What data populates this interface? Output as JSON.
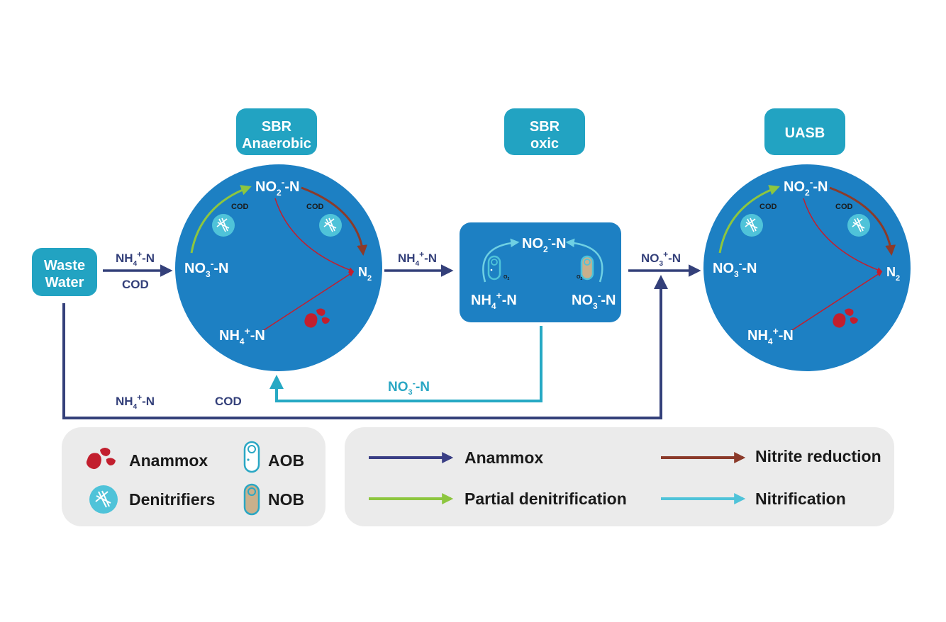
{
  "reactors": {
    "sbr_anaerobic": {
      "line1": "SBR",
      "line2": "Anaerobic"
    },
    "sbr_oxic": {
      "line1": "SBR",
      "line2": "oxic"
    },
    "uasb": {
      "label": "UASB"
    }
  },
  "source": {
    "line1": "Waste",
    "line2": "Water"
  },
  "species": {
    "no2_base": "NO",
    "no2_sub": "2",
    "no2_sup": "-",
    "no2_tail": "-N",
    "no3_base": "NO",
    "no3_sub": "3",
    "no3_sup": "-",
    "no3_tail": "-N",
    "nh4_base": "NH",
    "nh4_sub": "4",
    "nh4_sup": "+",
    "nh4_tail": "-N",
    "n2_base": "N",
    "n2_sub": "2",
    "cod": "COD",
    "o2_label": "O",
    "o2_sub": "2",
    "no3_plus_base": "NO",
    "no3_plus_sub": "3",
    "no3_plus_sup": "+",
    "no3_plus_tail": "-N"
  },
  "legend": {
    "organisms": [
      {
        "name": "Anammox",
        "icon": "anammox-icon"
      },
      {
        "name": "AOB",
        "icon": "aob-icon"
      },
      {
        "name": "Denitrifiers",
        "icon": "denitrifier-icon"
      },
      {
        "name": "NOB",
        "icon": "nob-icon"
      }
    ],
    "processes": [
      {
        "name": "Anammox",
        "color": "#3a3f85"
      },
      {
        "name": "Nitrite reduction",
        "color": "#8b3a2a"
      },
      {
        "name": "Partial denitrification",
        "color": "#8dc63f"
      },
      {
        "name": "Nitrification",
        "color": "#4fc3d9"
      }
    ]
  },
  "colors": {
    "reactor_blue": "#1d80c3",
    "label_teal": "#22a3c2",
    "flow_navy": "#34407a",
    "nitrate_teal": "#26a9c4",
    "anammox_red": "#c21f2e",
    "denitrifier_teal": "#4fc3d9",
    "nob_tan": "#c9b08c",
    "legend_bg": "#ebebeb"
  }
}
